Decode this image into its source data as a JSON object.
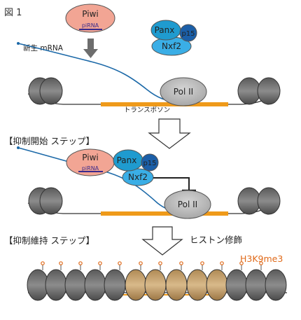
{
  "figure_label": "図 1",
  "nascent_mrna_label": "新生 mRNA",
  "transposon_label": "トランスポソン",
  "proteins": {
    "piwi": "Piwi",
    "pirna": "piRNA",
    "panx": "Panx",
    "p15": "p15",
    "nxf2": "Nxf2",
    "pol2": "Pol II"
  },
  "step1_label": "【抑制開始 ステップ】",
  "step2_label": "【抑制維持 ステップ】",
  "histone_modification_label": "ヒストン修飾",
  "h3k9me3_label": "H3K9me3",
  "colors": {
    "piwi_fill": "#f2a594",
    "panx_fill": "#1f9bcf",
    "nxf2_fill": "#3aaee6",
    "p15_fill": "#1b5fa8",
    "transposon": "#ef9a1a",
    "mrna": "#1c69a8",
    "pirna": "#3b2a8c",
    "h3k9me3": "#e06a1a"
  }
}
